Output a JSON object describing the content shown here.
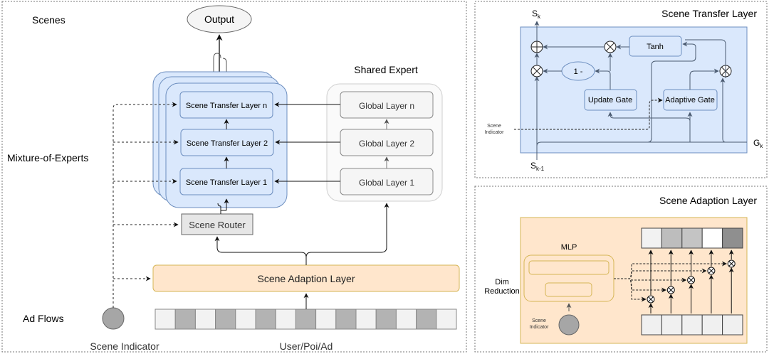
{
  "main_panel": {
    "scenes_label": "Scenes",
    "moe_label": "Mixture-of-Experts",
    "ad_flows_label": "Ad Flows",
    "output_label": "Output",
    "shared_expert_title": "Shared Expert",
    "scene_transfer_layers": [
      "Scene Transfer Layer n",
      "Scene Transfer Layer 2",
      "Scene Transfer Layer 1"
    ],
    "global_layers": [
      "Global Layer n",
      "Global Layer 2",
      "Global Layer 1"
    ],
    "scene_router_label": "Scene Router",
    "scene_adaption_label": "Scene Adaption Layer",
    "scene_indicator_label": "Scene Indicator",
    "input_label": "User/Poi/Ad",
    "input_cells": [
      "light",
      "dark",
      "light",
      "dark",
      "light",
      "dark",
      "light",
      "dark",
      "light",
      "dark",
      "light",
      "dark",
      "light",
      "dark",
      "light"
    ]
  },
  "transfer_panel": {
    "title": "Scene Transfer Layer",
    "s_k": "S",
    "s_k_sub": "k",
    "s_k1": "S",
    "s_k1_sub": "k-1",
    "g_k": "G",
    "g_k_sub": "k",
    "tanh_label": "Tanh",
    "one_minus_label": "1 -",
    "update_gate_label": "Update Gate",
    "adaptive_gate_label": "Adaptive Gate",
    "scene_indicator_line1": "Scene",
    "scene_indicator_line2": "Indicator"
  },
  "adaption_panel": {
    "title": "Scene Adaption Layer",
    "mlp_label": "MLP",
    "dim_line1": "Dim",
    "dim_line2": "Reduction",
    "scene_indicator_line1": "Scene",
    "scene_indicator_line2": "Indicator",
    "output_cell_colors": [
      "#f2f2f2",
      "#bdbdbd",
      "#c4c4c4",
      "#ffffff",
      "#8f8f8f"
    ],
    "input_cell_colors": [
      "#f0f0f0",
      "#f0f0f0",
      "#f0f0f0",
      "#f0f0f0",
      "#f0f0f0"
    ]
  },
  "colors": {
    "blue_fill": "#dae8fc",
    "blue_stroke": "#6c8ebf",
    "orange_fill": "#ffe6cc",
    "orange_stroke": "#d6b656",
    "gray_fill": "#f5f5f5",
    "gray_stroke": "#666666",
    "dark_cell": "#b3b3b3",
    "light_cell": "#f2f2f2"
  }
}
